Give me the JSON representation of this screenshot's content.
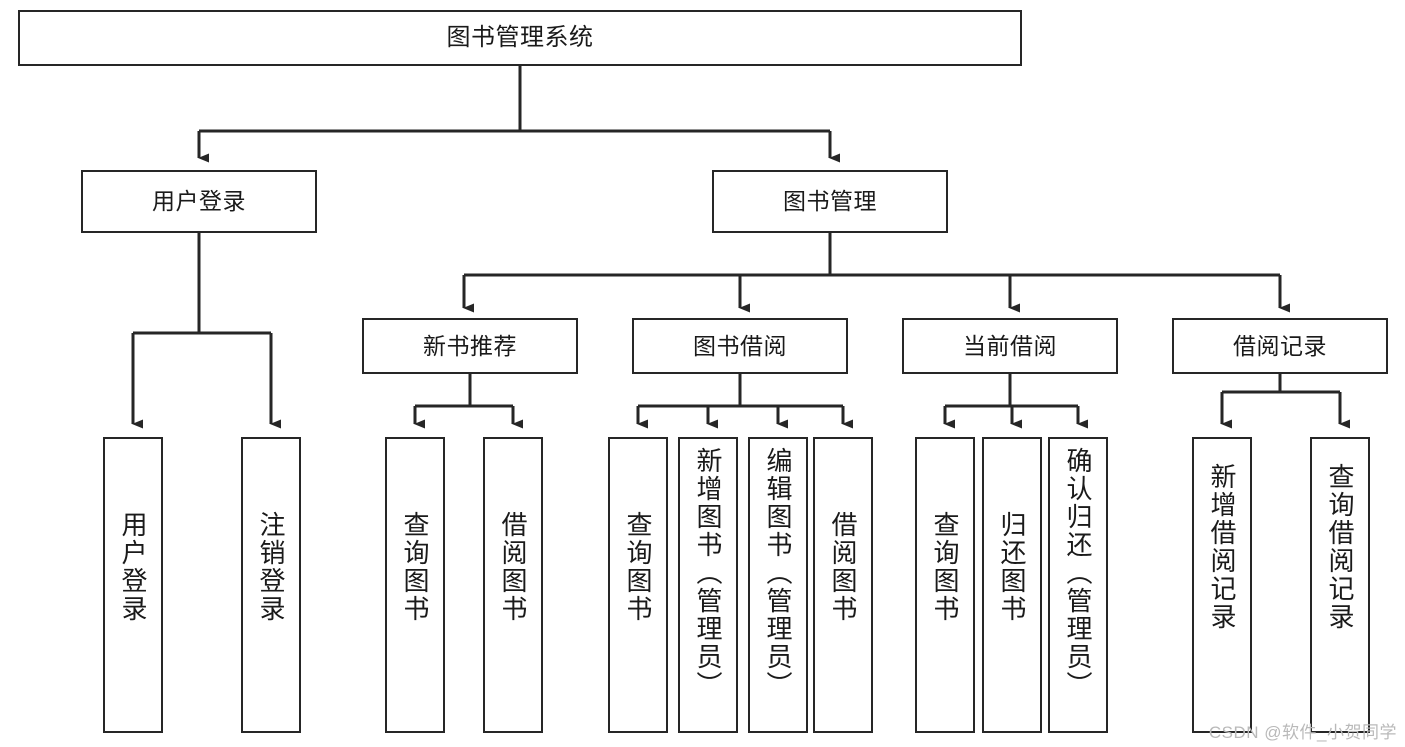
{
  "diagram": {
    "type": "tree-hierarchy-chart",
    "title": "图书管理系统",
    "levels": {
      "root": {
        "label": "图书管理系统"
      },
      "level2": [
        {
          "id": "user-login",
          "label": "用户登录"
        },
        {
          "id": "book-management",
          "label": "图书管理"
        }
      ],
      "level3": [
        {
          "id": "new-book-recommend",
          "label": "新书推荐",
          "parent": "book-management"
        },
        {
          "id": "book-borrow",
          "label": "图书借阅",
          "parent": "book-management"
        },
        {
          "id": "current-borrow",
          "label": "当前借阅",
          "parent": "book-management"
        },
        {
          "id": "borrow-record",
          "label": "借阅记录",
          "parent": "book-management"
        }
      ],
      "leaves": [
        {
          "id": "leaf-user-login",
          "label": "用户登录",
          "parent": "user-login"
        },
        {
          "id": "leaf-logout",
          "label": "注销登录",
          "parent": "user-login"
        },
        {
          "id": "leaf-query-book-1",
          "label": "查询图书",
          "parent": "new-book-recommend"
        },
        {
          "id": "leaf-borrow-book-1",
          "label": "借阅图书",
          "parent": "new-book-recommend"
        },
        {
          "id": "leaf-query-book-2",
          "label": "查询图书",
          "parent": "book-borrow"
        },
        {
          "id": "leaf-add-book",
          "label": "新增图书（管理员）",
          "parent": "book-borrow"
        },
        {
          "id": "leaf-edit-book",
          "label": "编辑图书（管理员）",
          "parent": "book-borrow"
        },
        {
          "id": "leaf-borrow-book-2",
          "label": "借阅图书",
          "parent": "book-borrow"
        },
        {
          "id": "leaf-query-book-3",
          "label": "查询图书",
          "parent": "current-borrow"
        },
        {
          "id": "leaf-return-book",
          "label": "归还图书",
          "parent": "current-borrow"
        },
        {
          "id": "leaf-confirm-return",
          "label": "确认归还（管理员）",
          "parent": "current-borrow"
        },
        {
          "id": "leaf-add-record",
          "label": "新增借阅记录",
          "parent": "borrow-record"
        },
        {
          "id": "leaf-query-record",
          "label": "查询借阅记录",
          "parent": "borrow-record"
        }
      ]
    },
    "watermark": "CSDN @软件_小贺同学",
    "colors": {
      "border": "#262626",
      "background": "#ffffff",
      "text": "#1a1a1a",
      "watermark": "#b9b9b9"
    }
  }
}
